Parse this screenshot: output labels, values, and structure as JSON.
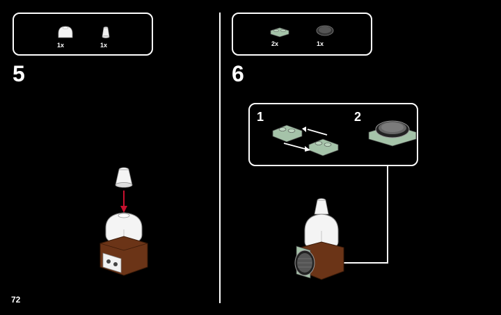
{
  "step5": {
    "number": "5",
    "parts": [
      {
        "icon": "white-dome-brick-icon",
        "qty": "1x"
      },
      {
        "icon": "white-cone-piece-icon",
        "qty": "1x"
      }
    ]
  },
  "step6": {
    "number": "6",
    "parts": [
      {
        "icon": "sand-green-plate-icon",
        "qty": "2x"
      },
      {
        "icon": "grille-tile-icon",
        "qty": "1x"
      }
    ],
    "substeps": [
      {
        "number": "1"
      },
      {
        "number": "2"
      }
    ]
  },
  "page": {
    "number": "72"
  },
  "colors": {
    "background": "#000000",
    "sand_green": "#a5c3a9",
    "brown": "#6b3417",
    "white_part": "#f4f4f4",
    "dark_grille": "#333333",
    "arrow_red": "#c8102e"
  }
}
